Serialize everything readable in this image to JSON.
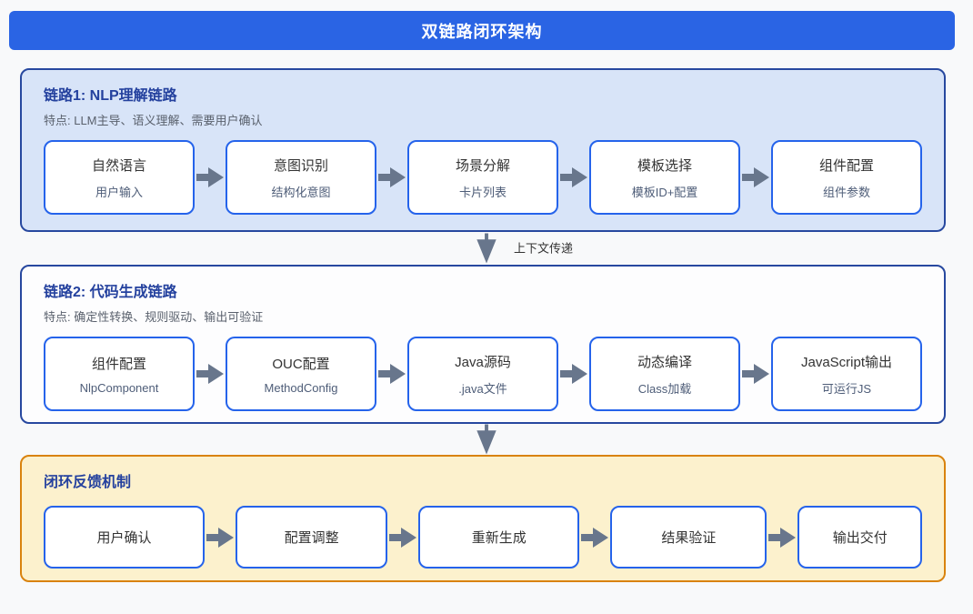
{
  "header": {
    "title": "双链路闭环架构"
  },
  "sections": [
    {
      "title": "链路1: NLP理解链路",
      "subtitle": "特点: LLM主导、语义理解、需要用户确认",
      "nodes": [
        {
          "title": "自然语言",
          "subtitle": "用户输入"
        },
        {
          "title": "意图识别",
          "subtitle": "结构化意图"
        },
        {
          "title": "场景分解",
          "subtitle": "卡片列表"
        },
        {
          "title": "模板选择",
          "subtitle": "模板ID+配置"
        },
        {
          "title": "组件配置",
          "subtitle": "组件参数"
        }
      ]
    },
    {
      "title": "链路2: 代码生成链路",
      "subtitle": "特点: 确定性转换、规则驱动、输出可验证",
      "nodes": [
        {
          "title": "组件配置",
          "subtitle": "NlpComponent"
        },
        {
          "title": "OUC配置",
          "subtitle": "MethodConfig"
        },
        {
          "title": "Java源码",
          "subtitle": ".java文件"
        },
        {
          "title": "动态编译",
          "subtitle": "Class加载"
        },
        {
          "title": "JavaScript输出",
          "subtitle": "可运行JS"
        }
      ]
    },
    {
      "title": "闭环反馈机制",
      "nodes": [
        {
          "title": "用户确认"
        },
        {
          "title": "配置调整"
        },
        {
          "title": "重新生成"
        },
        {
          "title": "结果验证"
        },
        {
          "title": "输出交付"
        }
      ]
    }
  ],
  "connectors": [
    {
      "label": "上下文传递"
    },
    {
      "label": ""
    }
  ],
  "colors": {
    "header_bg": "#2a64e4",
    "panel_border_navy": "#27489f",
    "panel1_bg": "#d8e4f8",
    "panel2_bg": "#fdfdfe",
    "panel3_bg": "#fcf1cd",
    "panel3_border": "#d9830e",
    "node_border": "#2563eb",
    "title_navy": "#24419e",
    "arrow_gray": "#68768c"
  }
}
